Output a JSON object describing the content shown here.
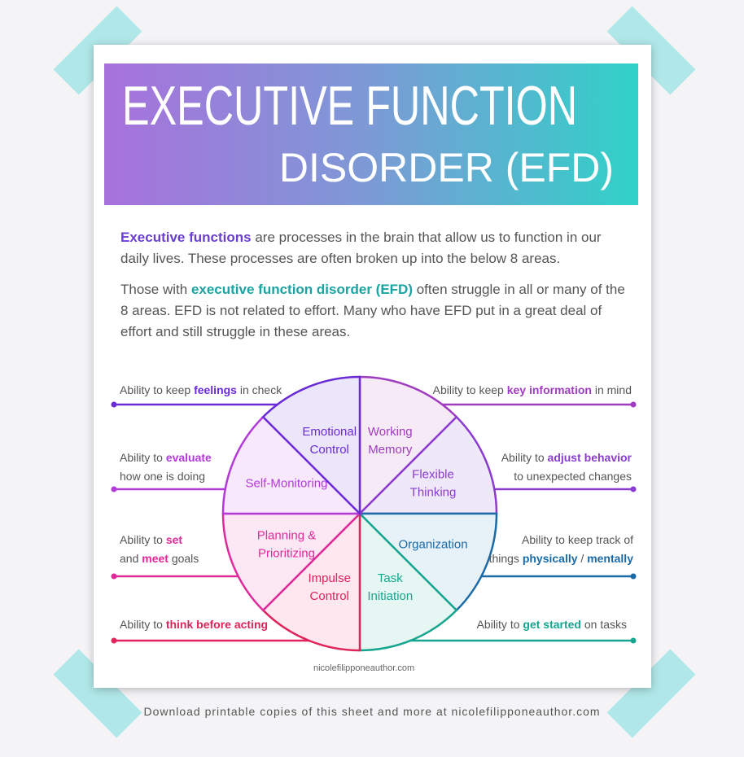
{
  "title_line1": "EXECUTIVE FUNCTION",
  "title_line2": "DISORDER (EFD)",
  "intro1": {
    "term": "Executive functions",
    "rest": " are processes in the brain that allow us to function in our daily lives. These processes are often broken up into the below 8 areas."
  },
  "intro2": {
    "pre": "Those with ",
    "term": "executive function disorder (EFD)",
    "rest": " often struggle in all or many of the 8 areas. EFD is not related to effort. Many who have EFD put in a great deal of effort and still struggle in these areas."
  },
  "segments": [
    {
      "label": "Working Memory",
      "color": "#a03cc0",
      "fill": "#f5eaf6"
    },
    {
      "label": "Flexible Thinking",
      "color": "#8a3cd0",
      "fill": "#efe8f8"
    },
    {
      "label": "Organization",
      "color": "#1a6aa8",
      "fill": "#e6f1f8"
    },
    {
      "label": "Task Initiation",
      "color": "#16a58e",
      "fill": "#e6f6f3"
    },
    {
      "label": "Impulse Control",
      "color": "#e0235a",
      "fill": "#fce8ee"
    },
    {
      "label": "Planning & Prioritizing",
      "color": "#e02a9a",
      "fill": "#fce8f4"
    },
    {
      "label": "Self-Monitoring",
      "color": "#b23ad8",
      "fill": "#f7e8fb"
    },
    {
      "label": "Emotional Control",
      "color": "#6a2bd6",
      "fill": "#ece6fa"
    }
  ],
  "captions": {
    "feelings": {
      "a": "Ability to keep ",
      "b": "feelings",
      "c": " in check"
    },
    "evaluate": {
      "a": "Ability to ",
      "b": "evaluate",
      "c": "how one is doing"
    },
    "goals": {
      "a": "Ability to ",
      "b": "set",
      "c": "and ",
      "d": "meet",
      "e": " goals"
    },
    "think": {
      "a": "Ability to ",
      "b": "think before acting"
    },
    "key": {
      "a": "Ability to keep ",
      "b": "key information",
      "c": " in mind"
    },
    "adjust": {
      "a": "Ability to ",
      "b": "adjust behavior",
      "c": "to unexpected changes"
    },
    "track": {
      "a": "Ability to keep track of",
      "b": "things ",
      "c": "physically",
      "d": " / ",
      "e": "mentally"
    },
    "started": {
      "a": "Ability to ",
      "b": "get started",
      "c": " on tasks"
    }
  },
  "site": "nicolefilipponeauthor.com",
  "footer": "Download printable copies of this sheet and more at nicolefilipponeauthor.com"
}
